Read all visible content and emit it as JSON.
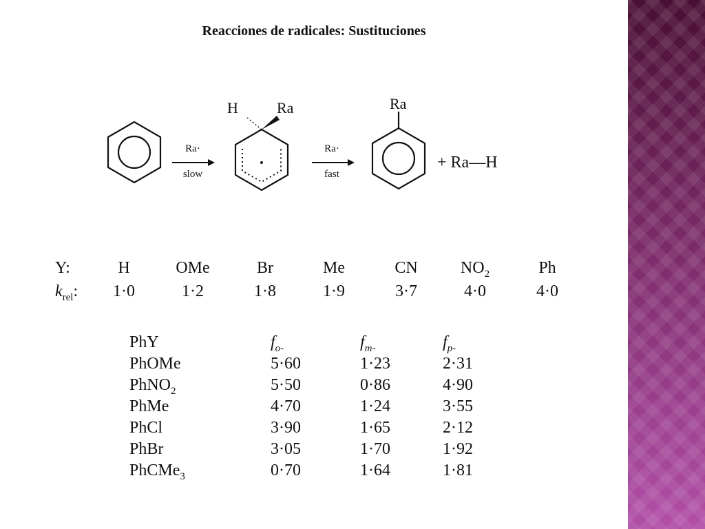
{
  "title": "Reacciones de radicales: Sustituciones",
  "scheme": {
    "step1_top": "Ra·",
    "step1_bottom": "slow",
    "step2_top": "Ra·",
    "step2_bottom": "fast",
    "intermediate_h": "H",
    "intermediate_ra": "Ra",
    "product_ra": "Ra",
    "byproduct": "+ Ra—H"
  },
  "substituents": {
    "y_label": "Y:",
    "k_label_main": "k",
    "k_label_sub": "rel",
    "k_label_colon": ":",
    "items": [
      {
        "y": "H",
        "k": "1·0"
      },
      {
        "y": "OMe",
        "k": "1·2"
      },
      {
        "y": "Br",
        "k": "1·8"
      },
      {
        "y": "Me",
        "k": "1·9"
      },
      {
        "y": "CN",
        "k": "3·7"
      },
      {
        "y_main": "NO",
        "y_sub": "2",
        "k": "4·0"
      },
      {
        "y": "Ph",
        "k": "4·0"
      }
    ]
  },
  "table": {
    "headers": {
      "phy": "PhY",
      "fo": "f",
      "fo_sub": "o-",
      "fm": "f",
      "fm_sub": "m-",
      "fp": "f",
      "fp_sub": "p-"
    },
    "rows": [
      {
        "name": "PhOMe",
        "fo": "5·60",
        "fm": "1·23",
        "fp": "2·31"
      },
      {
        "name_main": "PhNO",
        "name_sub": "2",
        "fo": "5·50",
        "fm": "0·86",
        "fp": "4·90"
      },
      {
        "name": "PhMe",
        "fo": "4·70",
        "fm": "1·24",
        "fp": "3·55"
      },
      {
        "name": "PhCl",
        "fo": "3·90",
        "fm": "1·65",
        "fp": "2·12"
      },
      {
        "name": "PhBr",
        "fo": "3·05",
        "fm": "1·70",
        "fp": "1·92"
      },
      {
        "name_main": "PhCMe",
        "name_sub": "3",
        "fo": "0·70",
        "fm": "1·64",
        "fp": "1·81"
      }
    ]
  },
  "colors": {
    "band_top": "#4a0f35",
    "band_bottom": "#b24fa9"
  }
}
